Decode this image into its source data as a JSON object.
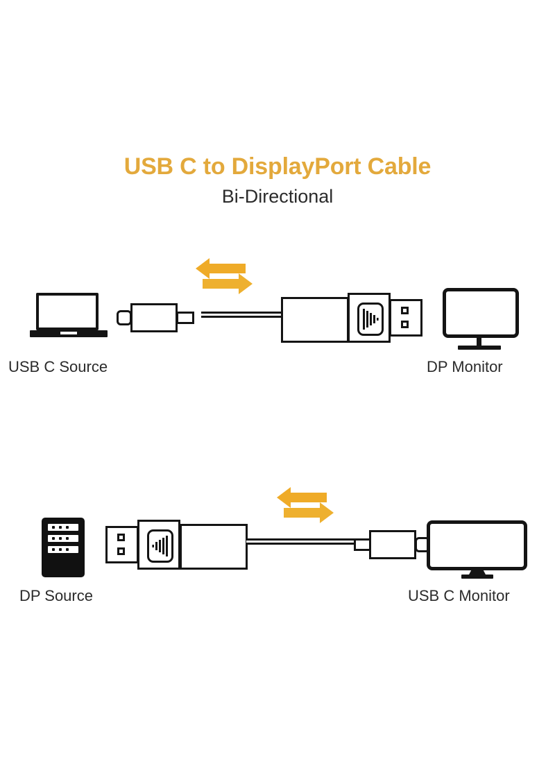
{
  "header": {
    "title": "USB C to DisplayPort Cable",
    "subtitle": "Bi-Directional"
  },
  "colors": {
    "accent": "#e3a93c",
    "arrow": "#efab28",
    "outline": "#141414",
    "text": "#2b2b2b",
    "background": "#ffffff"
  },
  "diagrams": [
    {
      "id": "usbc-to-dp",
      "left_label": "USB C Source",
      "right_label": "DP Monitor",
      "left_icon": "laptop-icon",
      "right_icon": "monitor-icon",
      "left_connector": "usb-c-connector",
      "right_connector": "displayport-connector",
      "arrows_icon": "bidirectional-arrows-icon"
    },
    {
      "id": "dp-to-usbc",
      "left_label": "DP Source",
      "right_label": "USB C Monitor",
      "left_icon": "server-tower-icon",
      "right_icon": "monitor-icon",
      "left_connector": "displayport-connector",
      "right_connector": "usb-c-connector",
      "arrows_icon": "bidirectional-arrows-icon"
    }
  ]
}
